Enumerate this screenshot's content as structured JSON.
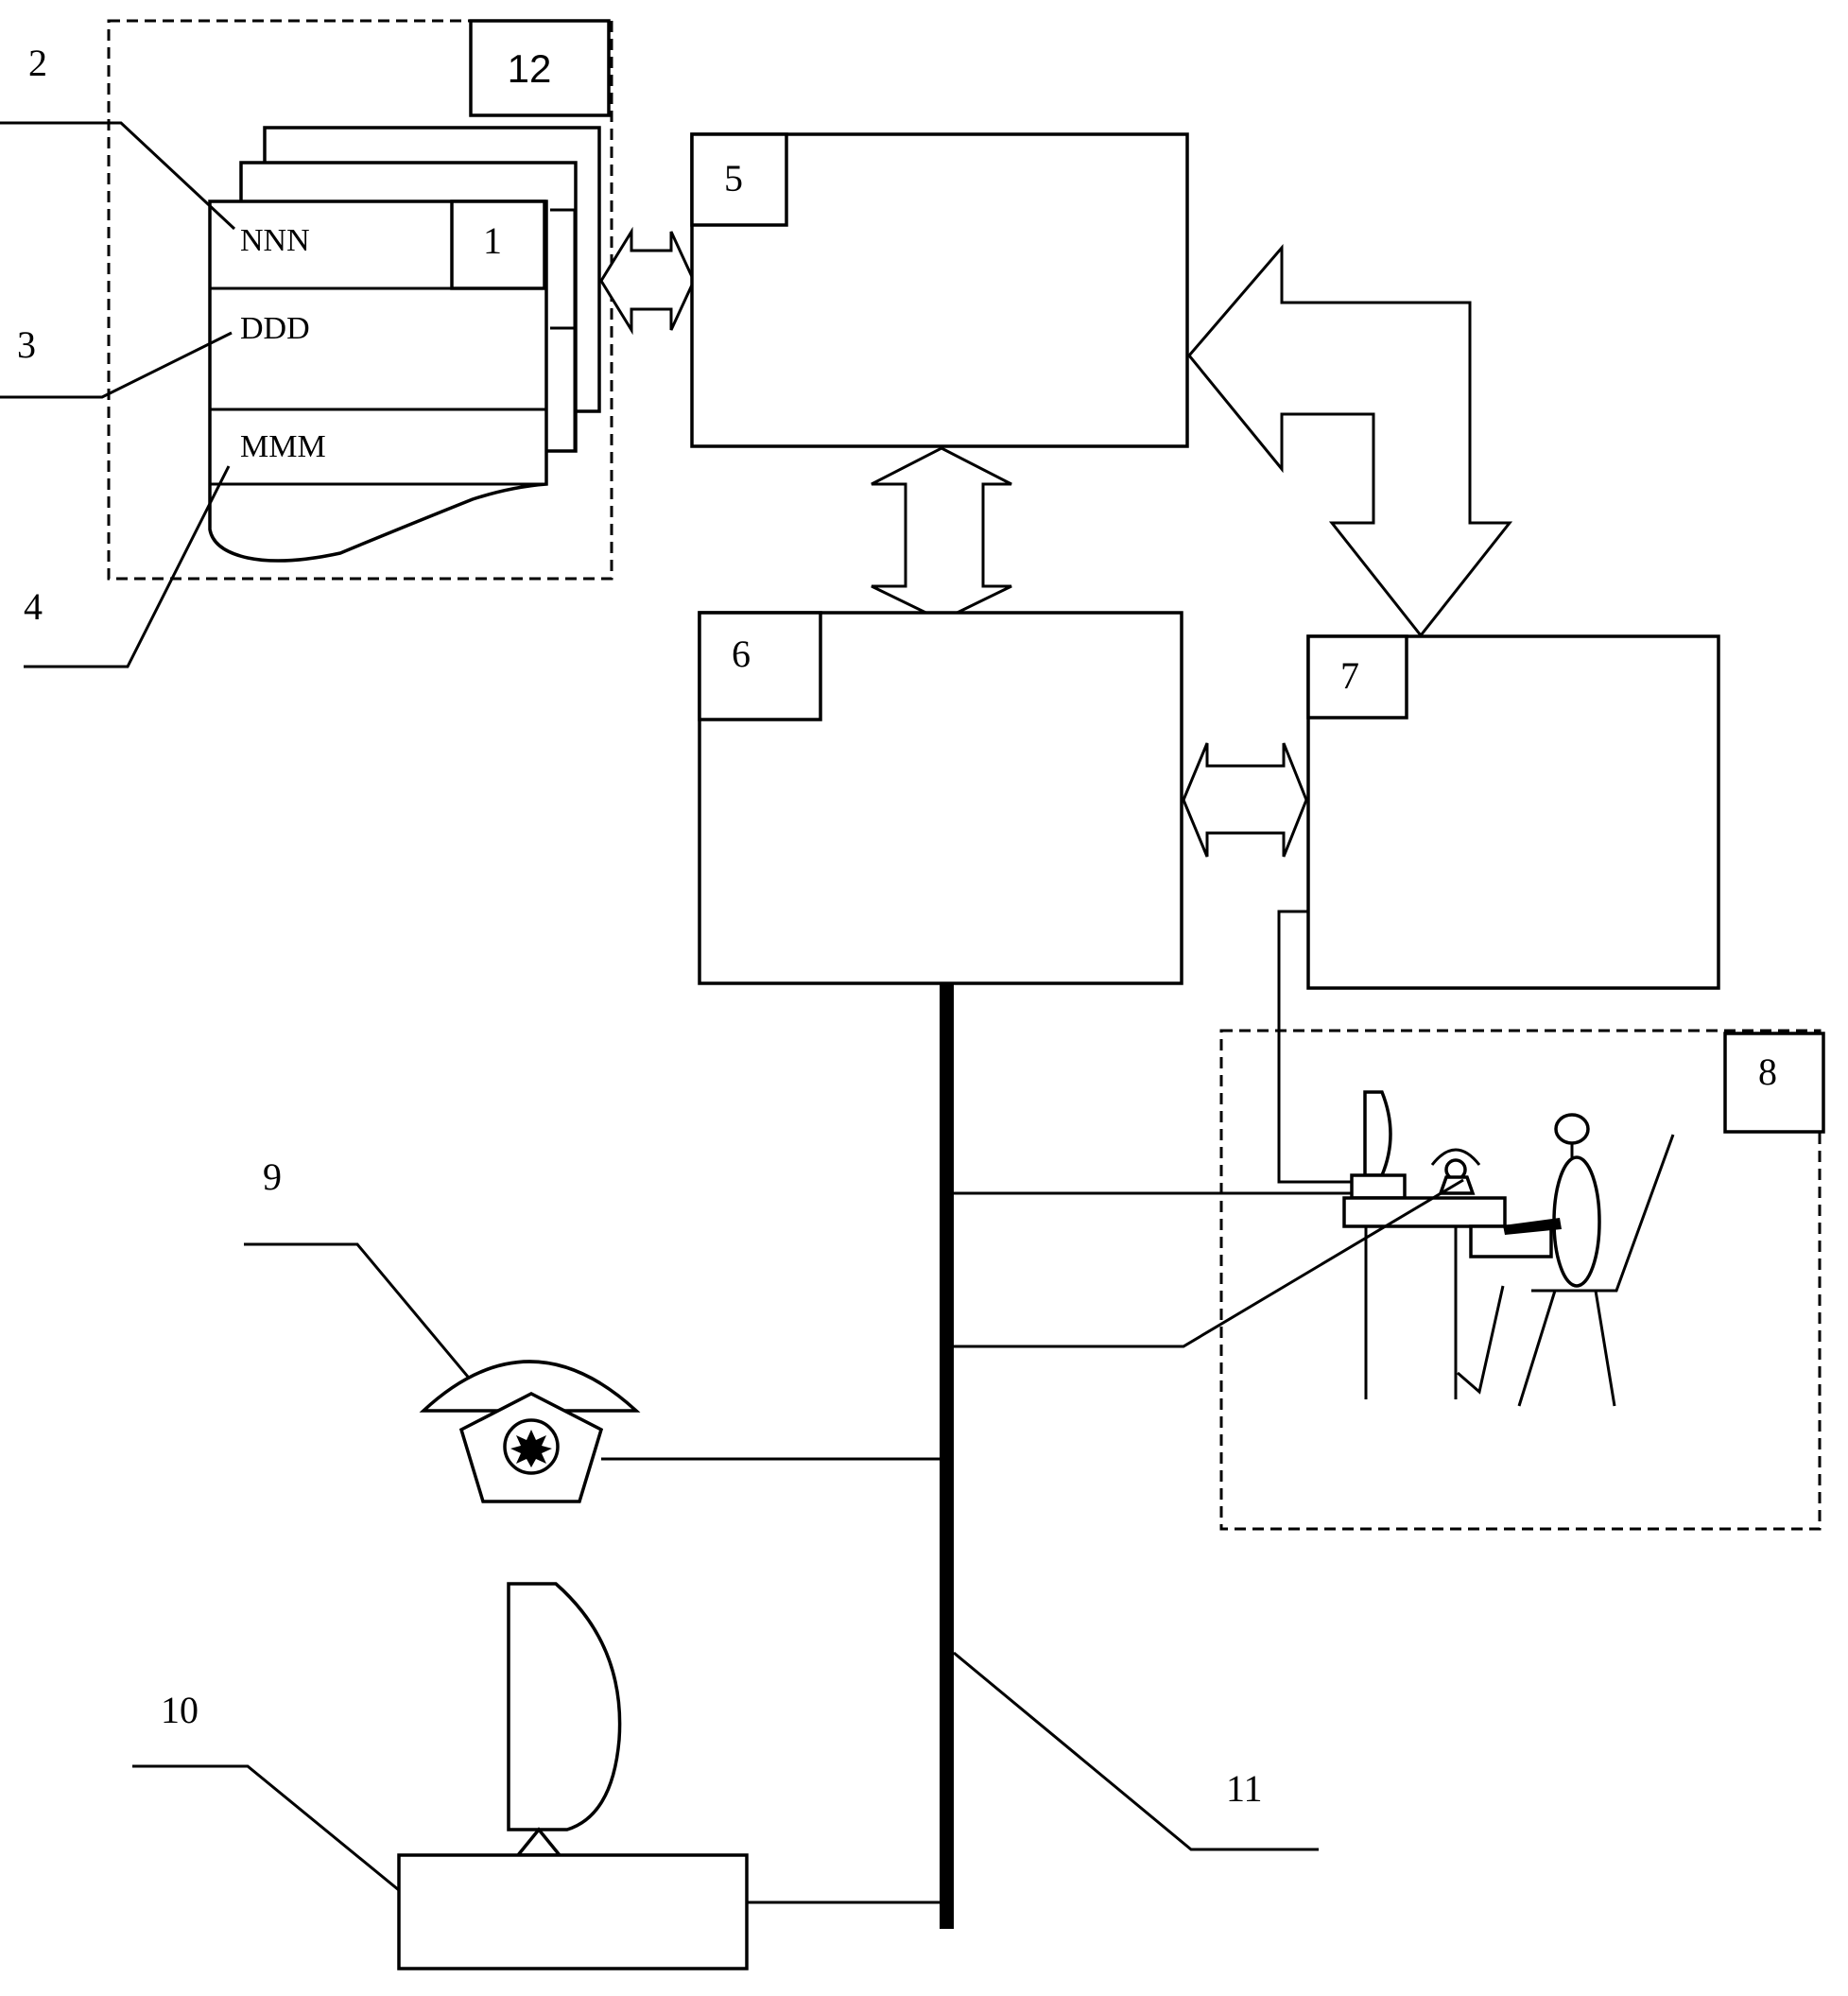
{
  "labels": {
    "n1": "1",
    "n2": "2",
    "n3": "3",
    "n4": "4",
    "n5": "5",
    "n6": "6",
    "n7": "7",
    "n8": "8",
    "n9": "9",
    "n10": "10",
    "n11": "11",
    "n12": "12"
  },
  "card_fields": {
    "name": "NNN",
    "data": "DDD",
    "memo": "MMM"
  }
}
